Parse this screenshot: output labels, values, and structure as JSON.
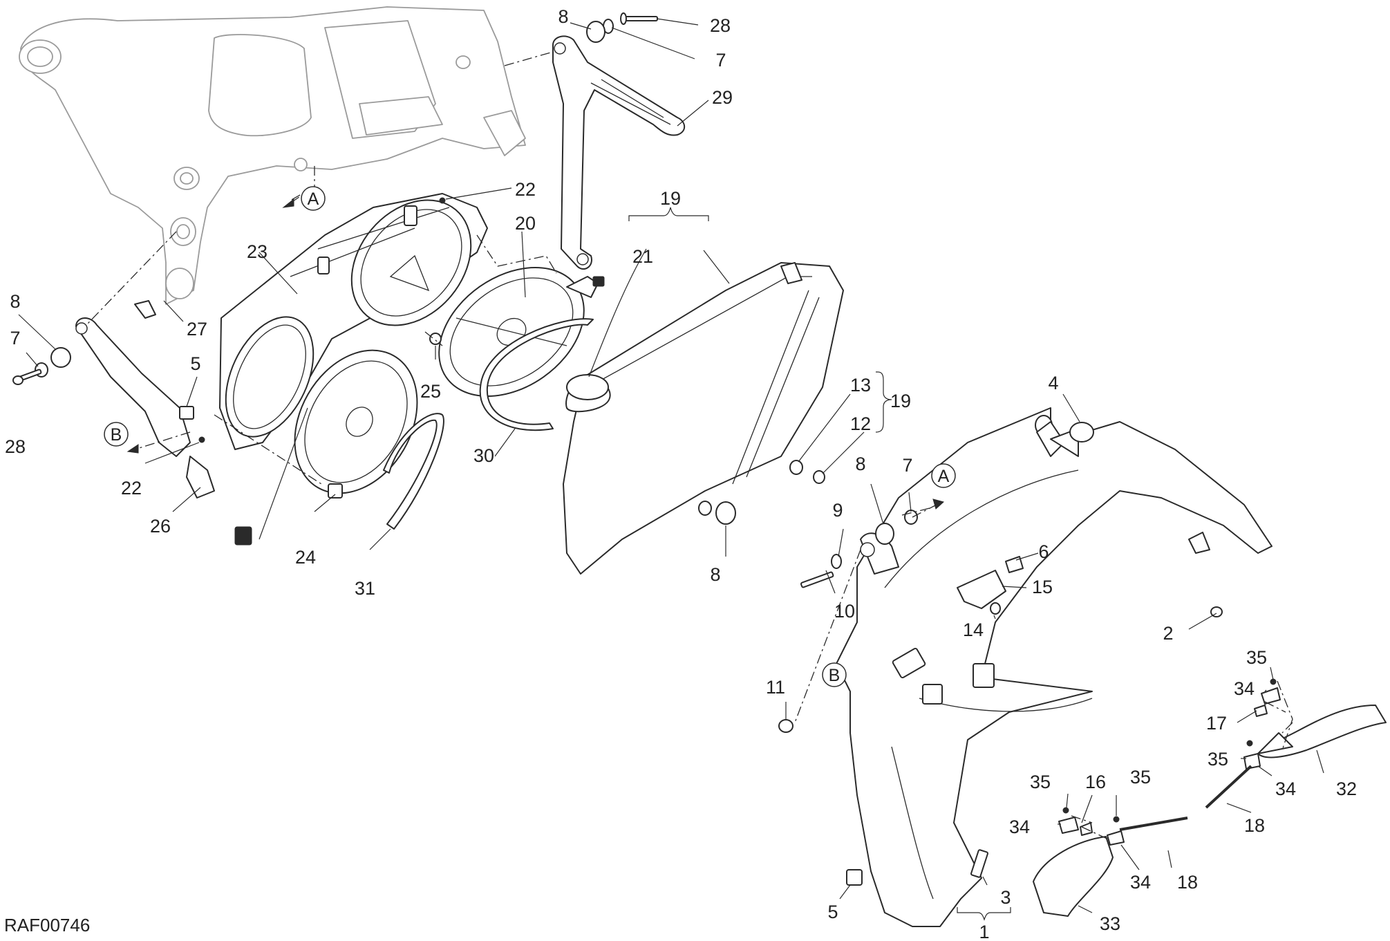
{
  "drawing_code": "RAF00746",
  "refs": {
    "a": "A",
    "b": "B"
  },
  "labels": {
    "l1": "1",
    "l2": "2",
    "l3": "3",
    "l4": "4",
    "l5a": "5",
    "l5b": "5",
    "l6": "6",
    "l7a": "7",
    "l7b": "7",
    "l7c": "7",
    "l8a": "8",
    "l8b": "8",
    "l8c": "8",
    "l8d": "8",
    "l9": "9",
    "l10": "10",
    "l11": "11",
    "l12": "12",
    "l13": "13",
    "l14": "14",
    "l15": "15",
    "l16": "16",
    "l17": "17",
    "l18a": "18",
    "l18b": "18",
    "l19a": "19",
    "l19b": "19",
    "l20": "20",
    "l21": "21",
    "l22a": "22",
    "l22b": "22",
    "l23": "23",
    "l24": "24",
    "l25": "25",
    "l26": "26",
    "l27": "27",
    "l28a": "28",
    "l28b": "28",
    "l29": "29",
    "l30": "30",
    "l31": "31",
    "l32": "32",
    "l33": "33",
    "l34a": "34",
    "l34b": "34",
    "l34c": "34",
    "l34d": "34",
    "l35a": "35",
    "l35b": "35",
    "l35c": "35",
    "l35d": "35"
  }
}
